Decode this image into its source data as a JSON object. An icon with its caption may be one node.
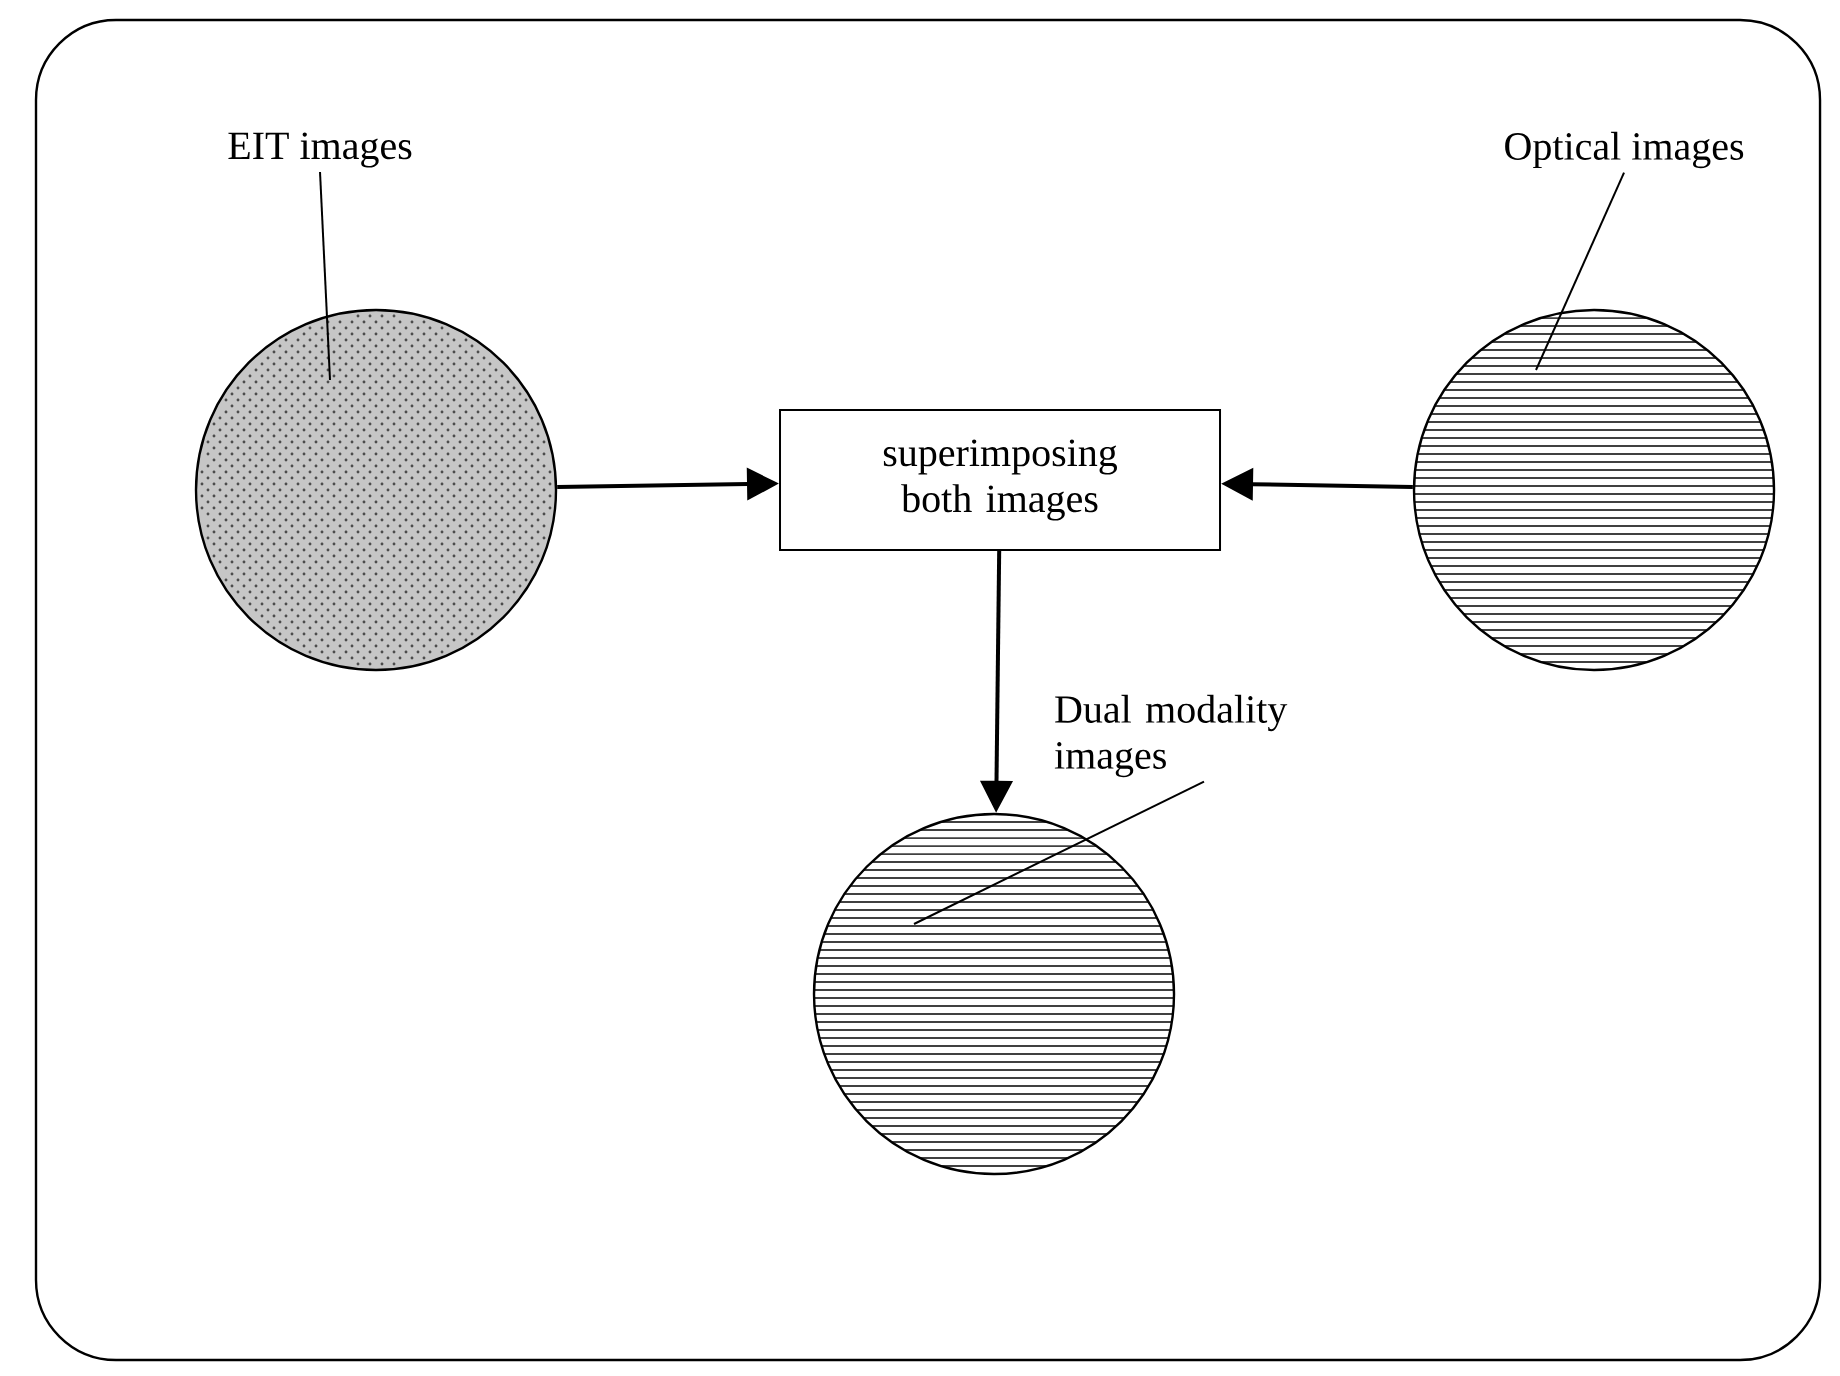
{
  "diagram": {
    "nodes": [
      {
        "text": [
          "EIT images"
        ]
      },
      {
        "text": [],
        "shape": "circle"
      },
      {
        "text": [
          "superimposing both images"
        ]
      },
      {
        "text": [
          "Optical images"
        ]
      },
      {
        "text": [],
        "shape": "circle"
      },
      {
        "text": [
          "Dual modality images"
        ]
      },
      {
        "text": [],
        "shape": "circle"
      }
    ],
    "edges": [
      {
        "from": 0,
        "to": 1,
        "arrow": "none"
      },
      {
        "from": 3,
        "to": 4,
        "arrow": "none"
      },
      {
        "from": 5,
        "to": 6,
        "arrow": "none"
      },
      {
        "from": 1,
        "to": 2,
        "arrow": "to"
      },
      {
        "from": 4,
        "to": 2,
        "arrow": "to"
      },
      {
        "from": 2,
        "to": 6,
        "arrow": "to"
      }
    ]
  }
}
